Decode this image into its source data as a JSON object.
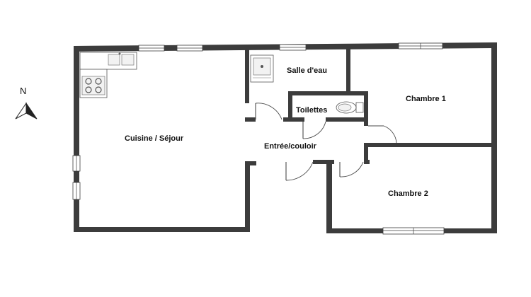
{
  "compass": {
    "label": "N"
  },
  "rooms": {
    "kitchen_living": "Cuisine / Séjour",
    "bathroom": "Salle d'eau",
    "bedroom1": "Chambre 1",
    "toilets": "Toilettes",
    "hall": "Entrée/couloir",
    "bedroom2": "Chambre 2"
  },
  "colors": {
    "wall": "#3c3c3c",
    "background": "#ffffff"
  }
}
